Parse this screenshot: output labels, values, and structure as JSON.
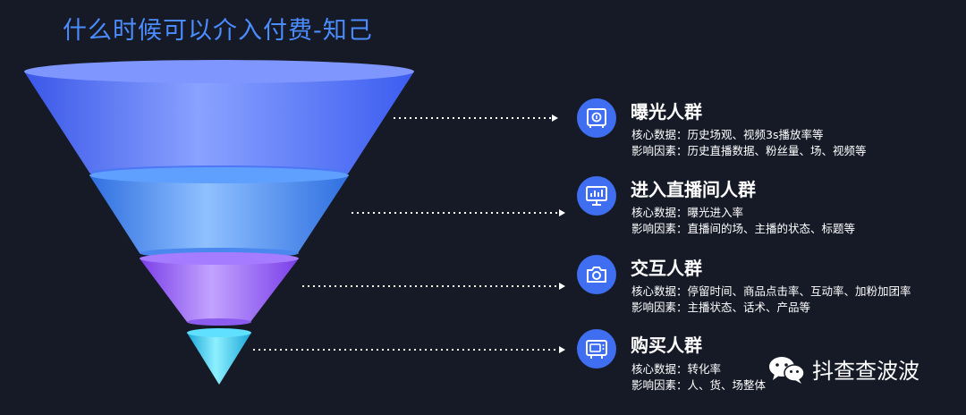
{
  "title": "什么时候可以介入付费-知己",
  "stages": [
    {
      "icon": "safe-icon",
      "title": "曝光人群",
      "core": "核心数据：历史场观、视频3s播放率等",
      "factors": "影响因素：历史直播数据、粉丝量、场、视频等",
      "color": "#5b7cff"
    },
    {
      "icon": "monitor-chart-icon",
      "title": "进入直播间人群",
      "core": "核心数据：曝光进入率",
      "factors": "影响因素：直播间的场、主播的状态、标题等",
      "color": "#4d8ff5"
    },
    {
      "icon": "camera-icon",
      "title": "交互人群",
      "core": "核心数据：停留时间、商品点击率、互动率、加粉加团率",
      "factors": "影响因素：主播状态、话术、产品等",
      "color": "#9b5cf5"
    },
    {
      "icon": "tv-icon",
      "title": "购买人群",
      "core": "核心数据：转化率",
      "factors": "影响因素：人、货、场整体",
      "color": "#28c8ee"
    }
  ],
  "brand": {
    "name": "抖查查波波",
    "icon": "wechat-icon"
  }
}
